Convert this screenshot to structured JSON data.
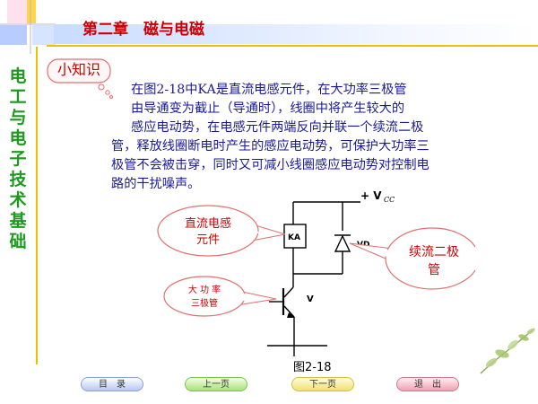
{
  "header": {
    "chapter_title": "第二章　磁与电磁"
  },
  "sidebar": {
    "vertical_title": "电工与电子技术基础"
  },
  "tip": {
    "label": "小知识"
  },
  "paragraph": {
    "lines": [
      "在图2-18中KA是直流电感元件，在大功率三极管",
      "由导通变为截止（导通时），线圈中将产生较大的",
      "感应电动势，在电感元件两端反向并联一个续流二极",
      "管，释放线圈断电时产生的感应电动势，可保护大功率三",
      "极管不会被击穿，同时又可减小线圈感应电动势对控制电",
      "路的干扰噪声。"
    ]
  },
  "diagram": {
    "supply_label": "+ V",
    "supply_sub": "CC",
    "relay_label": "KA",
    "diode_label": "VD",
    "transistor_label": "V",
    "callout_inductor": [
      "直流电感",
      "元件"
    ],
    "callout_diode": [
      "续流二极",
      "管"
    ],
    "callout_transistor": [
      "大 功 率",
      "三极管"
    ],
    "caption": "图2-18",
    "colors": {
      "circuit": "#000000",
      "callout_border": "#e07070",
      "callout_text": "#cc0000"
    }
  },
  "nav": {
    "toc": "目　录",
    "prev": "上一页",
    "next": "下一页",
    "exit": "退　出"
  }
}
